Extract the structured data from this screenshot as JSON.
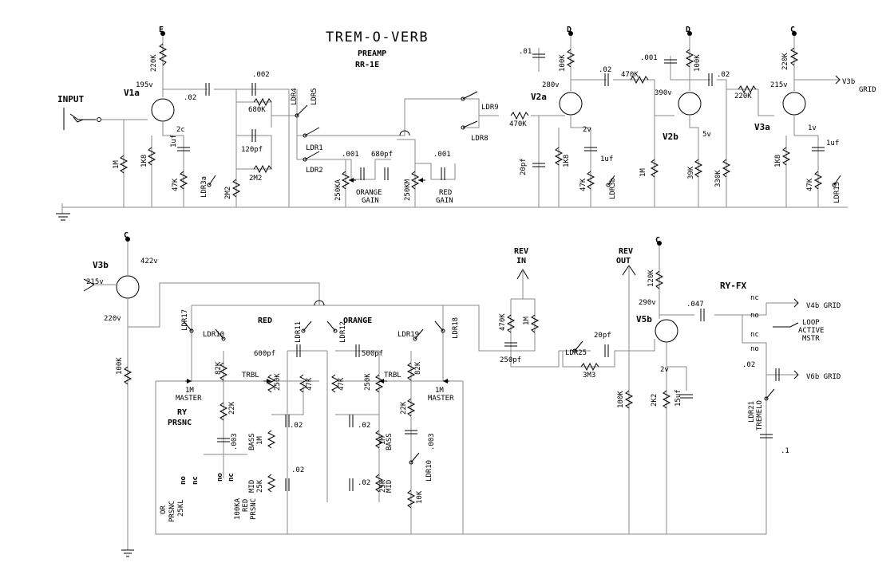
{
  "title": "TREM-O-VERB",
  "subtitle1": "PREAMP",
  "subtitle2": "RR-1E",
  "colors": {
    "ink": "#000000",
    "wire": "#888888",
    "background": "#ffffff"
  },
  "labels": {
    "input": "INPUT",
    "rail_e": "E",
    "rail_d1": "D",
    "rail_d2": "D",
    "rail_c1": "C",
    "rail_c2": "C",
    "rail_c3": "C",
    "v1a": "V1a",
    "v2a": "V2a",
    "v2b": "V2b",
    "v3a": "V3a",
    "v3b": "V3b",
    "v5b": "V5b",
    "v195": "195v",
    "v2c": "2c",
    "v280": "280v",
    "v2v": "2v",
    "v390": "390v",
    "v5v": "5v",
    "v215a": "215v",
    "v1v": "1v",
    "v422": "422v",
    "v215b": "215v",
    "v220": "220v",
    "v290": "290v",
    "v2v5": "2v",
    "c002": ".002",
    "c02a": ".02",
    "c02b": ".02",
    "c02c": ".02",
    "c001a": ".001",
    "c01": ".01",
    "c001b": ".001",
    "c001c": ".001",
    "c680pf": "680pf",
    "c120pf": "120pf",
    "c20pfa": "20pf",
    "c1ufa": "1uf",
    "c1ufb": "1uf",
    "c1ufc": "1uf",
    "r220ka": "220K",
    "r680k": "680K",
    "r1m": "1M",
    "r1k8a": "1K8",
    "r47ka": "47K",
    "r2m2a": "2M2",
    "r2m2b": "2M2",
    "r100ka": "100K",
    "r100kb": "100K",
    "r470ka": "470K",
    "r470kb": "470K",
    "r1k8b": "1K8",
    "r47kb": "47K",
    "r1mb": "1M",
    "r39k": "39K",
    "r330k": "330K",
    "r220kb": "220K",
    "r220kc": "220K",
    "r1k8c": "1K8",
    "r47kc": "47K",
    "pot_orange": "250KA",
    "orange_gain1": "ORANGE",
    "orange_gain2": "GAIN",
    "pot_red": "250KM",
    "red_gain1": "RED",
    "red_gain2": "GAIN",
    "ldr1": "LDR1",
    "ldr2": "LDR2",
    "ldr3a": "LDR3a",
    "ldr3b": "LDR3b",
    "ldr4": "LDR4",
    "ldr5": "LDR5",
    "ldr8": "LDR8",
    "ldr9": "LDR9",
    "ldr13": "LDR13",
    "v3b_grid1": "V3b",
    "v3b_grid2": "GRID",
    "red": "RED",
    "orange": "ORANGE",
    "ldr17": "LDR17",
    "ldr10a": "LDR10",
    "ldr11": "LDR11",
    "ldr12": "LDR12",
    "ldr19": "LDR19",
    "ldr18": "LDR18",
    "ldr10b": "LDR10",
    "ldr25": "LDR25",
    "ldr21a": "LDR21",
    "ldr21b": "TREMELO",
    "c600pf": "600pf",
    "c500pf": "500pf",
    "trbl1": "TRBL",
    "trbl2": "TRBL",
    "r82ka": "82K",
    "r82kb": "82K",
    "r22ka": "22K",
    "r22kb": "22K",
    "r250ka": "250K",
    "r250kb": "250K",
    "r47kd": "47K",
    "r47ke": "47K",
    "c003a": ".003",
    "c003b": ".003",
    "c02d": ".02",
    "c02e": ".02",
    "c02f": ".02",
    "c02g": ".02",
    "bass1": "BASS",
    "bass2": "BASS",
    "r1mc": "1M",
    "r1md": "1M",
    "mid1": "MID",
    "mid2": "MID",
    "r25ka": "25K",
    "r25kb": "25K",
    "r10k": "10K",
    "master1a": "1M",
    "master1b": "MASTER",
    "master2a": "1M",
    "master2b": "MASTER",
    "ry_prsnc1": "RY",
    "ry_prsnc2": "PRSNC",
    "no1": "no",
    "nc1": "nc",
    "no2": "no",
    "nc2": "nc",
    "or_prsnc1": "OR",
    "or_prsnc2": "PRSNC",
    "or_prsnc3": "25KL",
    "red_prsnc1": "100KA",
    "red_prsnc2": "RED",
    "red_prsnc3": "PRSNC",
    "r100kc": "100K",
    "r100kd": "100K",
    "rev_in1": "REV",
    "rev_in2": "IN",
    "rev_out1": "REV",
    "rev_out2": "OUT",
    "r470kc": "470K",
    "r1me": "1M",
    "c250pf": "250pf",
    "c20pfb": "20pf",
    "r3m3": "3M3",
    "r120k": "120K",
    "c047": ".047",
    "ry_fx": "RY-FX",
    "nc3": "nc",
    "no3": "no",
    "nc4": "nc",
    "no4": "no",
    "v4b_grid": "V4b GRID",
    "loop1": "LOOP",
    "loop2": "ACTIVE",
    "loop3": "MSTR",
    "c02h": ".02",
    "v6b_grid": "V6b GRID",
    "r2k2": "2K2",
    "c15uf": "15uf",
    "c1": ".1"
  }
}
